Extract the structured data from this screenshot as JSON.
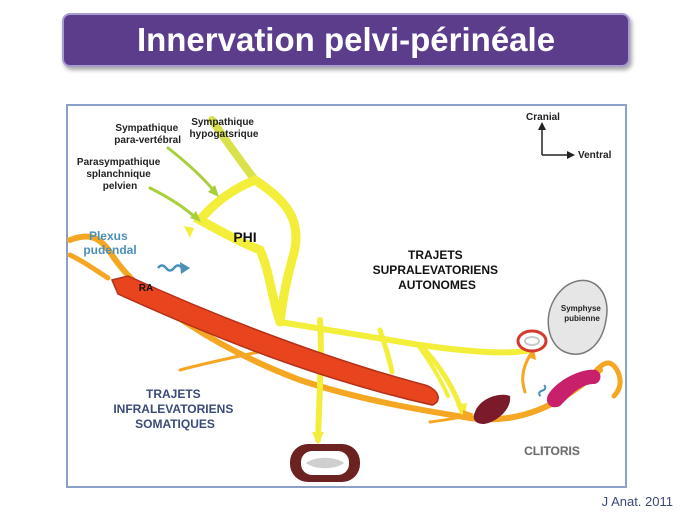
{
  "title": "Innervation pelvi-périnéale",
  "labels": {
    "sympathique_paravertebral": [
      "Sympathique",
      "para-vertébral"
    ],
    "sympathique_hypogastrique": [
      "Sympathique",
      "hypogatsrique"
    ],
    "parasympathique": [
      "Parasympathique",
      "splanchnique",
      "pelvien"
    ],
    "plexus_pudendal": [
      "Plexus",
      "pudendal"
    ],
    "phi": "PHI",
    "ra": "RA",
    "trajets_supra": [
      "TRAJETS",
      "SUPRALEVATORIENS",
      "AUTONOMES"
    ],
    "trajets_infra": [
      "TRAJETS",
      "INFRALEVATORIENS",
      "SOMATIQUES"
    ],
    "symphyse": [
      "Symphyse",
      "pubienne"
    ],
    "clitoris": "CLITORIS",
    "cranial": "Cranial",
    "ventral": "Ventral"
  },
  "citation": "J Anat. 2011",
  "colors": {
    "title_bg": "#5b3d8c",
    "autonomic_yellow": "#f2ee3a",
    "somatic_orange": "#f5a623",
    "rectum_red": "#e8441e",
    "plexus_blue": "#4a90b8",
    "frame": "#8aa0c8"
  }
}
